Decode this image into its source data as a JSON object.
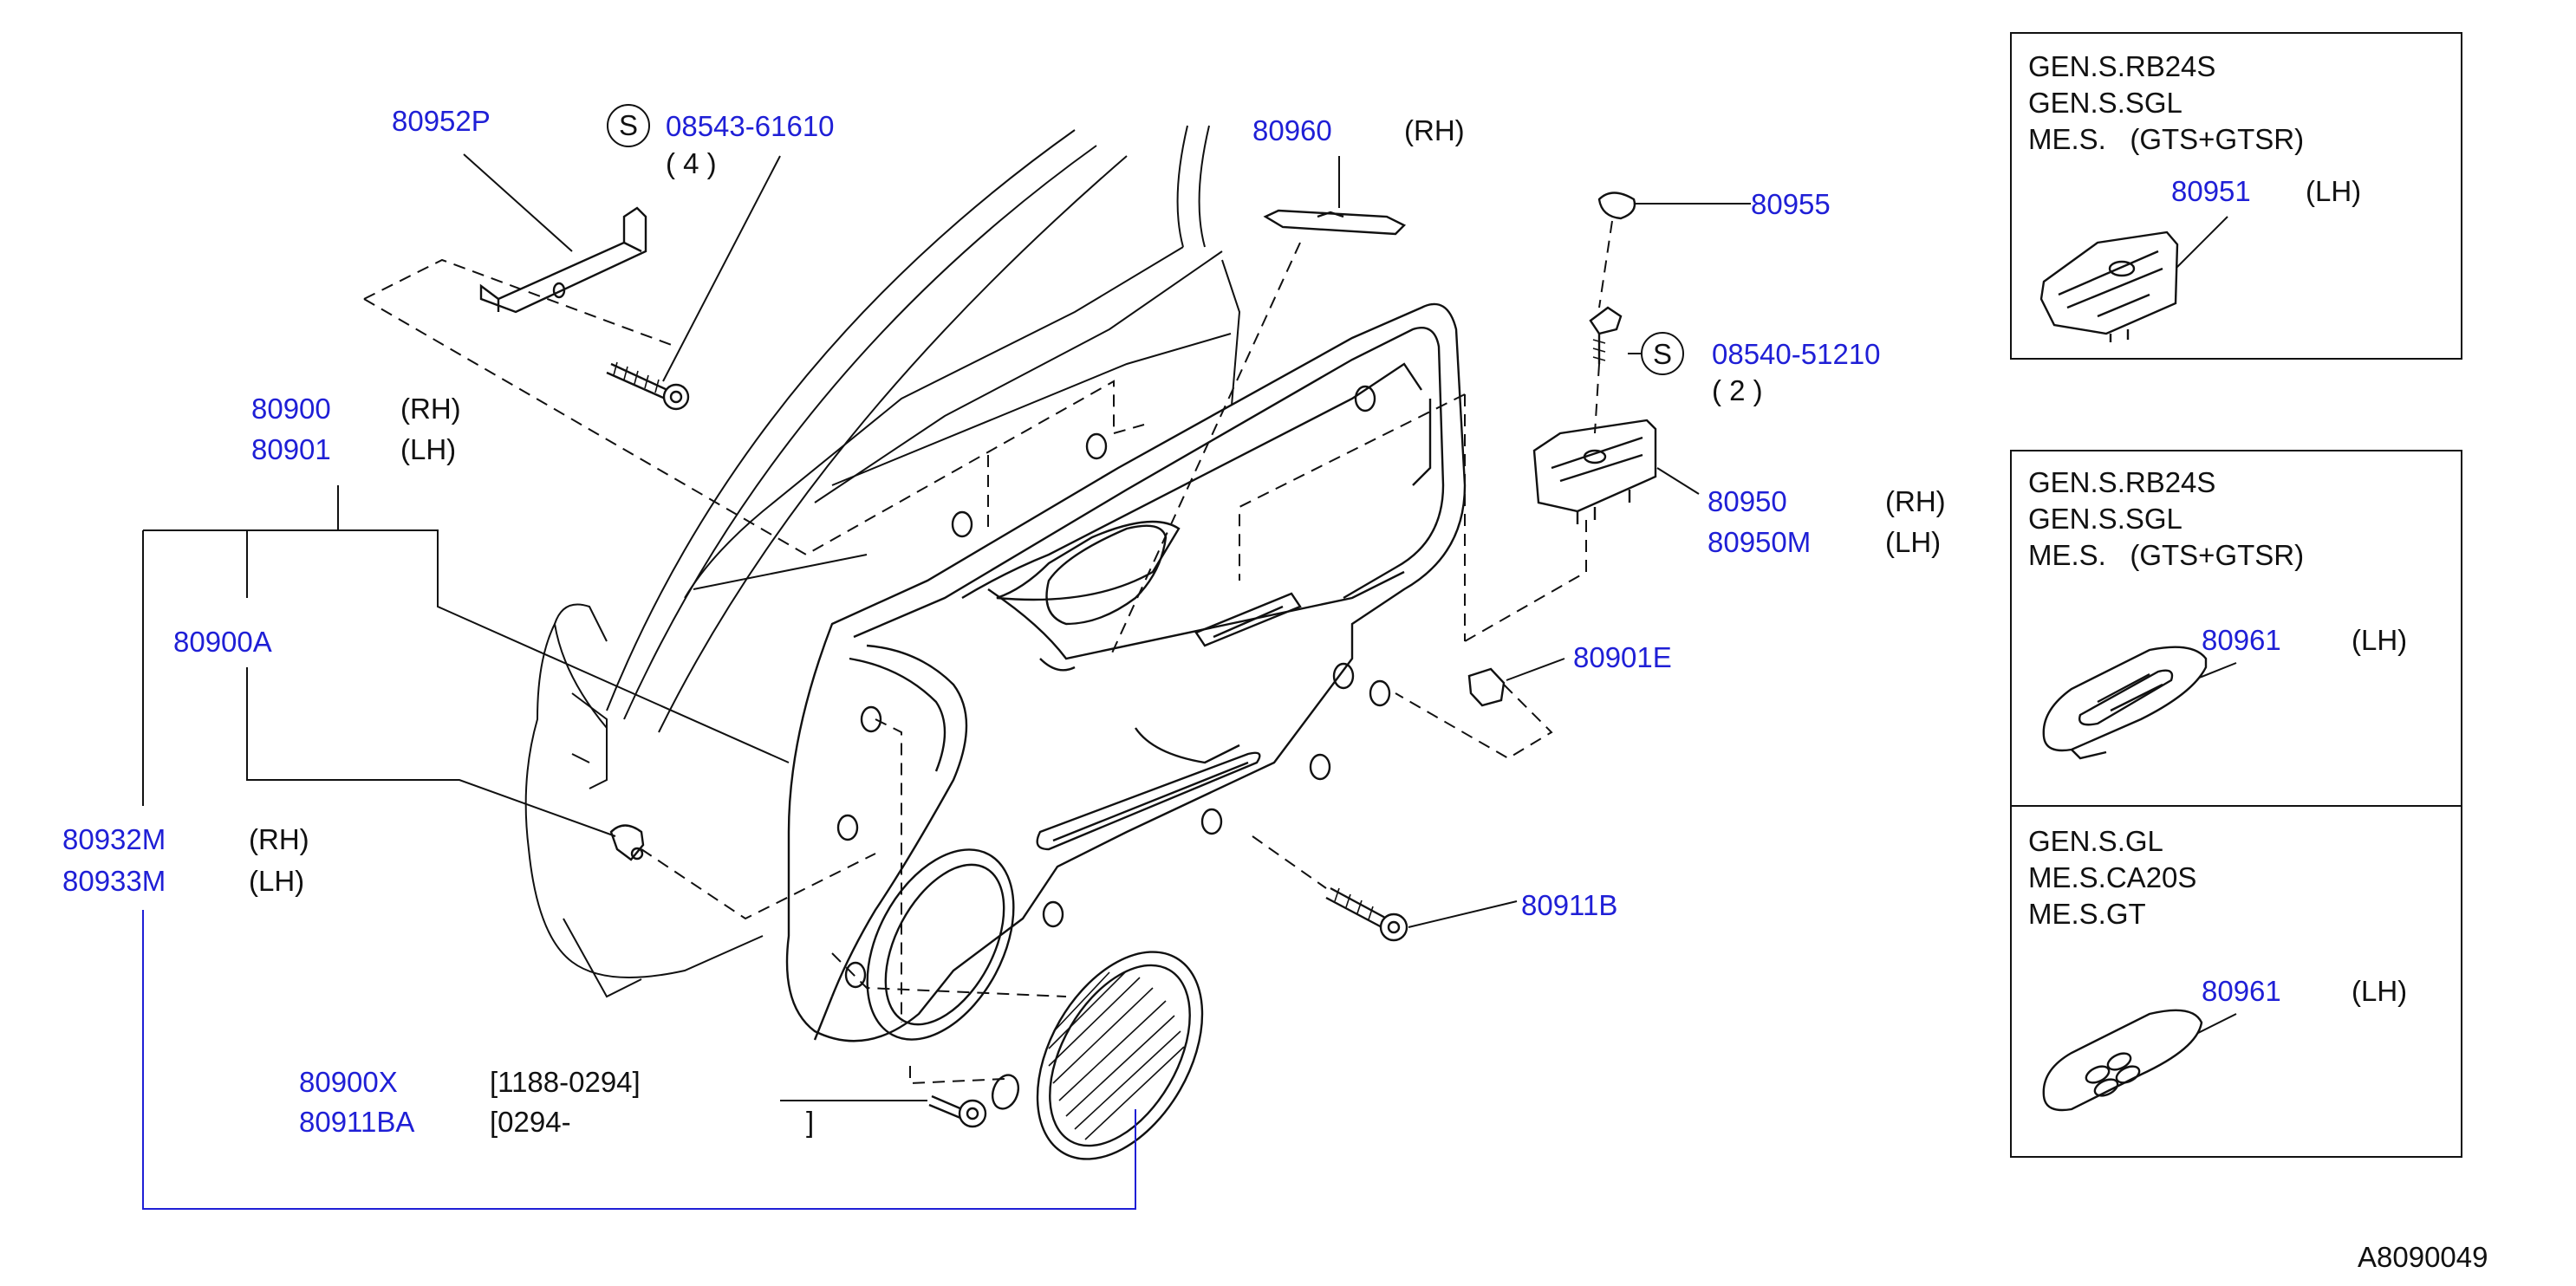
{
  "callouts": {
    "p80952P": "80952P",
    "s_screw1": "S",
    "p08543": "08543-61610",
    "q08543": "( 4 )",
    "p80960": "80960",
    "r80960": "(RH)",
    "p80955": "80955",
    "s_screw2": "S",
    "p08540": "08540-51210",
    "q08540": "( 2 )",
    "p80900": "80900",
    "r80900": "(RH)",
    "p80901": "80901",
    "r80901": "(LH)",
    "p80900A": "80900A",
    "p80950": "80950",
    "r80950": "(RH)",
    "p80950M": "80950M",
    "r80950M": "(LH)",
    "p80901E": "80901E",
    "p80932M": "80932M",
    "r80932M": "(RH)",
    "p80933M": "80933M",
    "r80933M": "(LH)",
    "p80911B": "80911B",
    "p80900X": "80900X",
    "d80900X": "[1188-0294]",
    "p80911BA": "80911BA",
    "d80911BA": "[0294-",
    "d80911BA_end": "]"
  },
  "inset_boxes": [
    {
      "lines": [
        "GEN.S.RB24S",
        "GEN.S.SGL",
        "ME.S.   (GTS+GTSR)"
      ],
      "part": "80951",
      "side": "(LH)"
    },
    {
      "lines": [
        "GEN.S.RB24S",
        "GEN.S.SGL",
        "ME.S.   (GTS+GTSR)"
      ],
      "part": "80961",
      "side": "(LH)"
    },
    {
      "lines": [
        "GEN.S.GL",
        "ME.S.CA20S",
        "ME.S.GT"
      ],
      "part": "80961",
      "side": "(LH)"
    }
  ],
  "diagram_id": "A8090049",
  "colors": {
    "part_number": "#1f1fd6",
    "text": "#111111",
    "line": "#111111",
    "bracket": "#1f1fd6"
  }
}
